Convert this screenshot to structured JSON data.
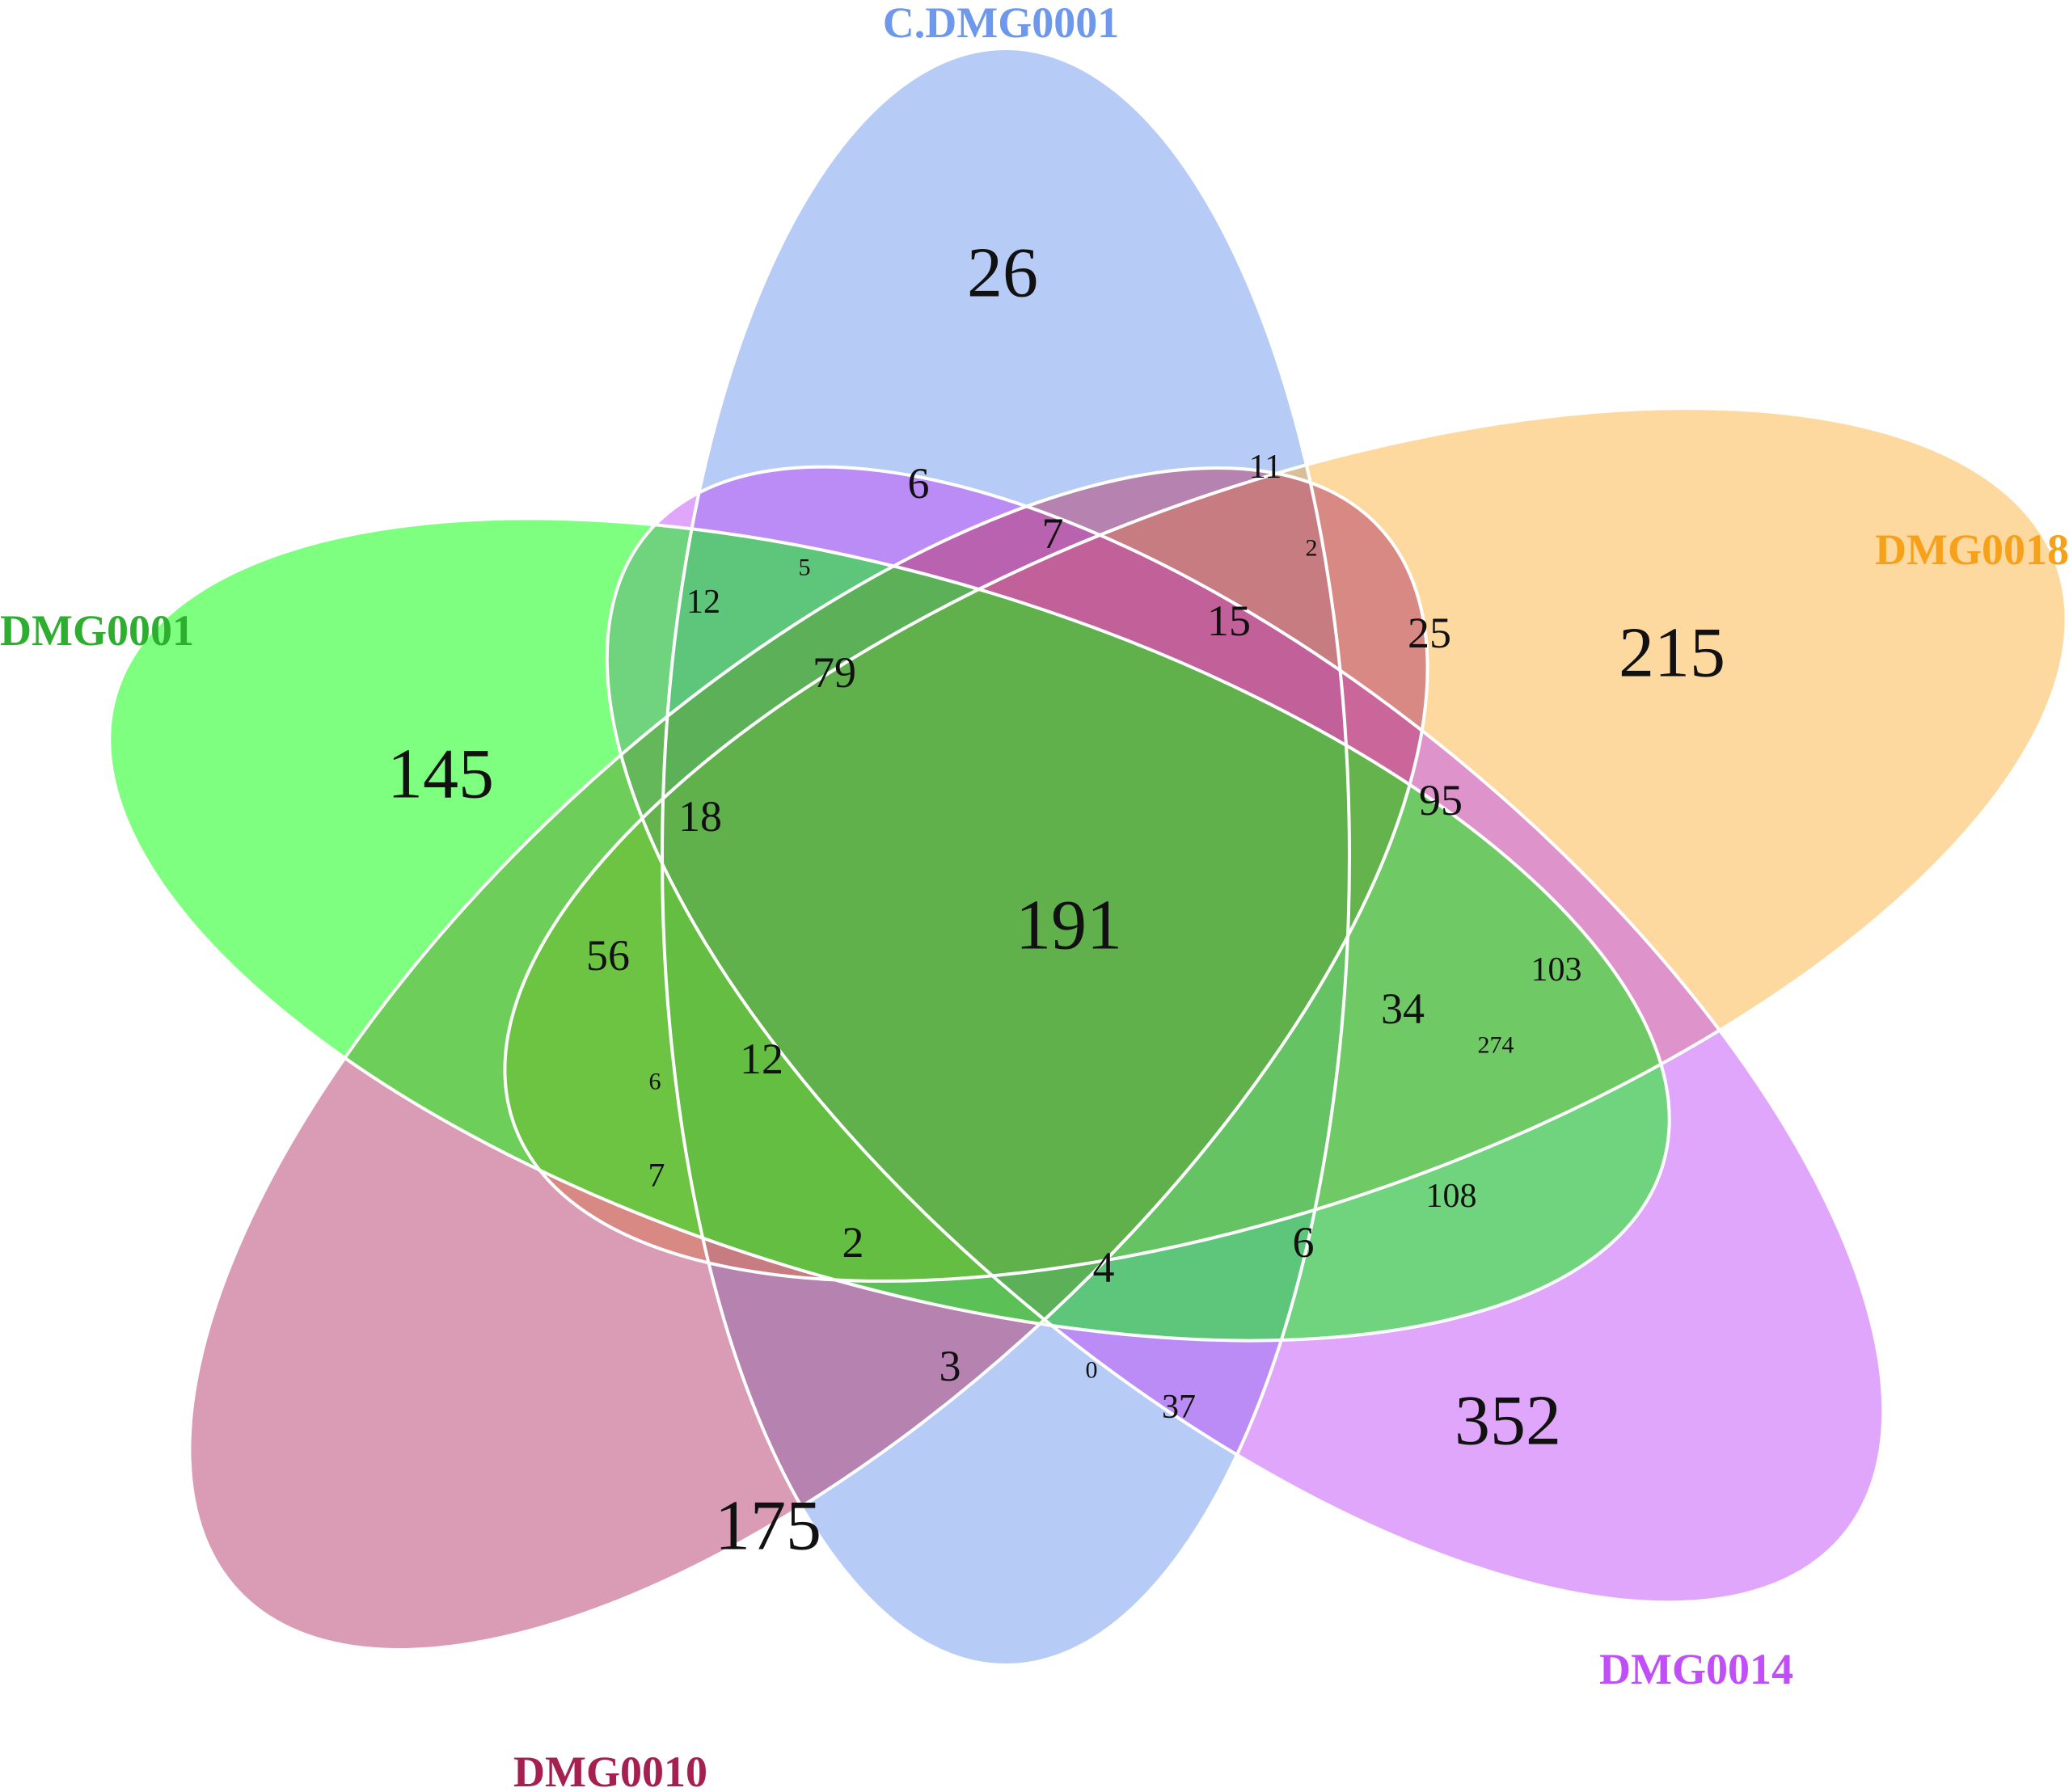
{
  "sets": [
    {
      "id": "C",
      "name": "C.DMG0001",
      "color": "#6d98ec",
      "label_color": "#6d98ec"
    },
    {
      "id": "A",
      "name": "DMG0001",
      "color": "#00ff00",
      "label_color": "#2eae2e"
    },
    {
      "id": "E",
      "name": "DMG0018",
      "color": "#fbb13f",
      "label_color": "#f7a11b"
    },
    {
      "id": "D",
      "name": "DMG0014",
      "color": "#c14ef8",
      "label_color": "#c14ef8"
    },
    {
      "id": "B",
      "name": "DMG0010",
      "color": "#b5396a",
      "label_color": "#a5204f"
    }
  ],
  "regions": [
    {
      "sets": [
        "C"
      ],
      "count": "26",
      "size": "large"
    },
    {
      "sets": [
        "A"
      ],
      "count": "145",
      "size": "large"
    },
    {
      "sets": [
        "E"
      ],
      "count": "215",
      "size": "large"
    },
    {
      "sets": [
        "D"
      ],
      "count": "352",
      "size": "large"
    },
    {
      "sets": [
        "B"
      ],
      "count": "175",
      "size": "large"
    },
    {
      "sets": [
        "A",
        "B",
        "C",
        "D",
        "E"
      ],
      "count": "191",
      "size": "large"
    },
    {
      "sets": [
        "C",
        "D"
      ],
      "count": "6",
      "size": "medium"
    },
    {
      "sets": [
        "C",
        "E"
      ],
      "count": "11",
      "size": "small"
    },
    {
      "sets": [
        "C",
        "D",
        "E"
      ],
      "count": "7",
      "size": "medium"
    },
    {
      "sets": [
        "C",
        "E",
        "B"
      ],
      "count": "2",
      "size": "tiny"
    },
    {
      "sets": [
        "C",
        "D",
        "E",
        "B"
      ],
      "count": "15",
      "size": "medium"
    },
    {
      "sets": [
        "E",
        "B"
      ],
      "count": "25",
      "size": "medium"
    },
    {
      "sets": [
        "D",
        "E",
        "B"
      ],
      "count": "95",
      "size": "medium"
    },
    {
      "sets": [
        "D",
        "E"
      ],
      "count": "103",
      "size": "small"
    },
    {
      "sets": [
        "A",
        "D",
        "E",
        "B"
      ],
      "count": "34",
      "size": "medium"
    },
    {
      "sets": [
        "A",
        "D",
        "E"
      ],
      "count": "274",
      "size": "tiny"
    },
    {
      "sets": [
        "A",
        "D"
      ],
      "count": "108",
      "size": "small"
    },
    {
      "sets": [
        "A",
        "C",
        "D"
      ],
      "count": "6",
      "size": "medium"
    },
    {
      "sets": [
        "A",
        "C",
        "D",
        "B"
      ],
      "count": "4",
      "size": "medium"
    },
    {
      "sets": [
        "A",
        "C",
        "B"
      ],
      "count": "2",
      "size": "medium"
    },
    {
      "sets": [
        "A",
        "B"
      ],
      "count": "7",
      "size": "small"
    },
    {
      "sets": [
        "C",
        "B"
      ],
      "count": "3",
      "size": "medium"
    },
    {
      "sets": [
        "C",
        "D",
        "B"
      ],
      "count": "0",
      "size": "tiny"
    },
    {
      "sets": [
        "D",
        "B"
      ],
      "count": "37",
      "size": "small"
    },
    {
      "sets": [
        "A",
        "C"
      ],
      "count": "12",
      "size": "small"
    },
    {
      "sets": [
        "A",
        "C",
        "D",
        "E"
      ],
      "count": "5",
      "size": "tiny"
    },
    {
      "sets": [
        "A",
        "C",
        "E"
      ],
      "count": "18",
      "size": "medium"
    },
    {
      "sets": [
        "A",
        "E"
      ],
      "count": "56",
      "size": "medium"
    },
    {
      "sets": [
        "A",
        "C",
        "D",
        "E",
        "B"
      ],
      "count": "79",
      "size": "medium"
    },
    {
      "sets": [
        "A",
        "E",
        "B"
      ],
      "count": "6",
      "size": "tiny"
    },
    {
      "sets": [
        "A",
        "C",
        "E",
        "B"
      ],
      "count": "12",
      "size": "medium"
    }
  ]
}
